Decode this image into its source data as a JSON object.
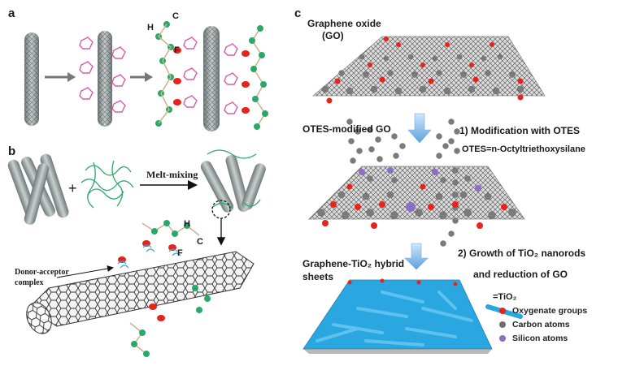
{
  "panels": {
    "a": {
      "letter": "a",
      "atom_c": "C",
      "atom_h": "H",
      "atom_f": "F"
    },
    "b": {
      "letter": "b",
      "plus": "+",
      "process": "Melt-mixing",
      "atom_h": "H",
      "atom_c": "C",
      "atom_f": "F",
      "complex_line1": "Donor-acceptor",
      "complex_line2": "complex"
    },
    "c": {
      "letter": "c",
      "go_line1": "Graphene oxide",
      "go_line2": "(GO)",
      "otes_go": "OTES-modified GO",
      "step1": "1) Modification with OTES",
      "otes_def": "OTES=n-Octyltriethoxysilane",
      "hybrid_line1": "Graphene-TiO₂ hybrid",
      "hybrid_line2": "sheets",
      "step2_line1": "2) Growth of TiO₂ nanorods",
      "step2_line2": "and reduction of GO",
      "tio2_key": "=TiO₂",
      "legend": [
        {
          "label": "Oxygenate groups",
          "color": "#e8231c"
        },
        {
          "label": "Carbon atoms",
          "color": "#6d6d6d"
        },
        {
          "label": "Silicon atoms",
          "color": "#8a6fc4"
        }
      ]
    }
  },
  "colors": {
    "tube": "#9aa3a3",
    "fluoro": "#d45fae",
    "green": "#2aa86a",
    "red": "#e8231c",
    "tio2": "#2aa6e0",
    "carbon": "#7b7b7b",
    "silicon": "#8a6fc4"
  }
}
